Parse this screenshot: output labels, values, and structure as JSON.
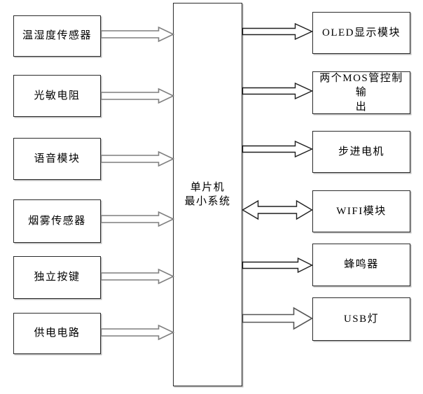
{
  "diagram": {
    "center": {
      "label": "单片机\n最小系统"
    },
    "inputs": [
      {
        "label": "温湿度传感器"
      },
      {
        "label": "光敏电阻"
      },
      {
        "label": "语音模块"
      },
      {
        "label": "烟雾传感器"
      },
      {
        "label": "独立按键"
      },
      {
        "label": "供电电路"
      }
    ],
    "outputs": [
      {
        "label": "OLED显示模块"
      },
      {
        "label": "两个MOS管控制输\n出"
      },
      {
        "label": "步进电机"
      },
      {
        "label": "WIFI模块"
      },
      {
        "label": "蜂鸣器"
      },
      {
        "label": "USB灯"
      }
    ],
    "connections": [
      {
        "from": "温湿度传感器",
        "to": "单片机最小系统",
        "direction": "one-way"
      },
      {
        "from": "光敏电阻",
        "to": "单片机最小系统",
        "direction": "one-way"
      },
      {
        "from": "语音模块",
        "to": "单片机最小系统",
        "direction": "one-way"
      },
      {
        "from": "烟雾传感器",
        "to": "单片机最小系统",
        "direction": "one-way"
      },
      {
        "from": "独立按键",
        "to": "单片机最小系统",
        "direction": "one-way"
      },
      {
        "from": "供电电路",
        "to": "单片机最小系统",
        "direction": "one-way"
      },
      {
        "from": "单片机最小系统",
        "to": "OLED显示模块",
        "direction": "one-way"
      },
      {
        "from": "单片机最小系统",
        "to": "两个MOS管控制输出",
        "direction": "one-way"
      },
      {
        "from": "单片机最小系统",
        "to": "步进电机",
        "direction": "one-way"
      },
      {
        "from": "单片机最小系统",
        "to": "WIFI模块",
        "direction": "two-way"
      },
      {
        "from": "单片机最小系统",
        "to": "蜂鸣器",
        "direction": "one-way"
      },
      {
        "from": "单片机最小系统",
        "to": "USB灯",
        "direction": "one-way"
      }
    ],
    "colors": {
      "background": "#ffffff",
      "box_border": "#2b2b2b",
      "text": "#000000",
      "input_arrow_outline": "#7f7f7f",
      "output_arrow_outline": "#1f1f1f"
    }
  }
}
